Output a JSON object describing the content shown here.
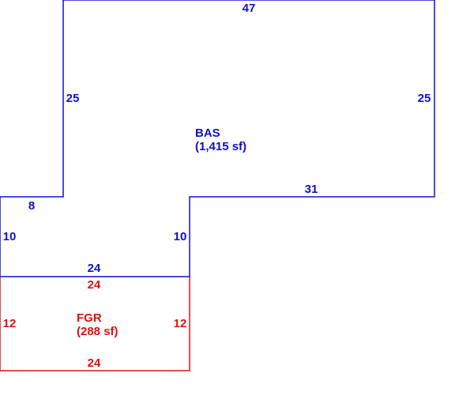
{
  "colors": {
    "bas": "#1010c8",
    "fgr": "#dd1111",
    "background": "#ffffff"
  },
  "areas": {
    "bas": {
      "code": "BAS",
      "area": "(1,415 sf)",
      "dimensions": {
        "top": "47",
        "left_upper": "25",
        "right": "25",
        "inner_bottom": "31",
        "step_top": "8",
        "left_lower": "10",
        "inner_right": "10",
        "bottom": "24"
      }
    },
    "fgr": {
      "code": "FGR",
      "area": "(288 sf)",
      "dimensions": {
        "top": "24",
        "left": "12",
        "right": "12",
        "bottom": "24"
      }
    }
  }
}
